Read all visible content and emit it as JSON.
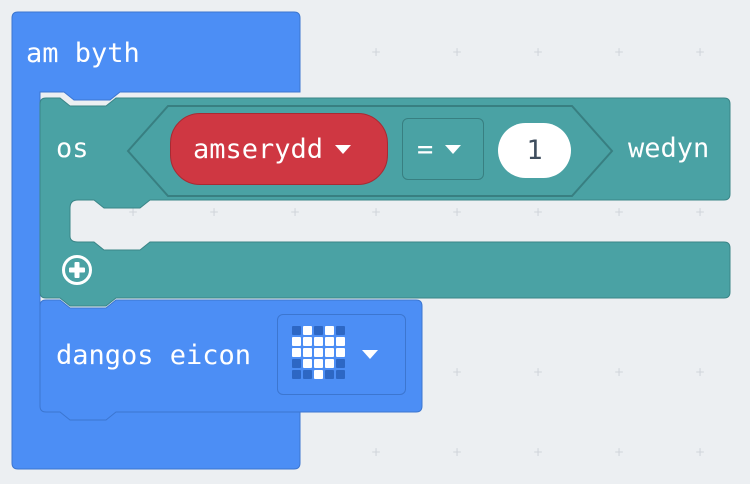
{
  "forever_block": {
    "label": "am byth",
    "color": "#4c8ef5"
  },
  "if_block": {
    "label_if": "os",
    "label_then": "wedyn",
    "color": "#4aa2a4",
    "add_icon": "plus-circle-icon"
  },
  "condition": {
    "variable": "amserydd",
    "variable_color": "#cf3742",
    "operator": "=",
    "value": "1"
  },
  "show_icon_block": {
    "label": "dangos eicon",
    "color": "#4c8ef5",
    "icon": "heart-icon",
    "icon_pattern": [
      [
        0,
        1,
        0,
        1,
        0
      ],
      [
        1,
        1,
        1,
        1,
        1
      ],
      [
        1,
        1,
        1,
        1,
        1
      ],
      [
        0,
        1,
        1,
        1,
        0
      ],
      [
        0,
        0,
        1,
        0,
        0
      ]
    ]
  }
}
